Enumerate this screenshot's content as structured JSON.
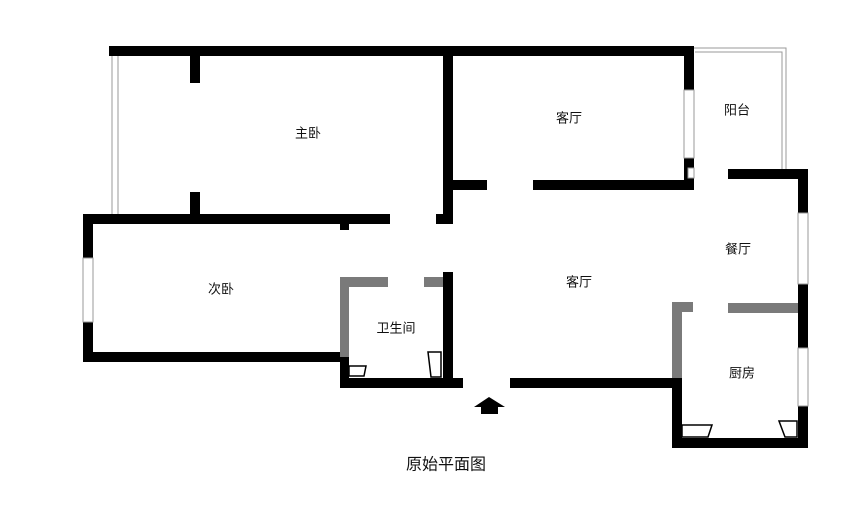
{
  "rooms": {
    "master_bedroom": "主卧",
    "living_room_upper": "客厅",
    "balcony": "阳台",
    "dining_room": "餐厅",
    "second_bedroom": "次卧",
    "living_room_main": "客厅",
    "bathroom": "卫生间",
    "kitchen": "厨房"
  },
  "caption": "原始平面图",
  "entrance": {
    "icon": "entrance-arrow-icon"
  },
  "colors": {
    "wall": "#000000",
    "partition": "#7a7a7a",
    "window": "#9a9a9a"
  }
}
